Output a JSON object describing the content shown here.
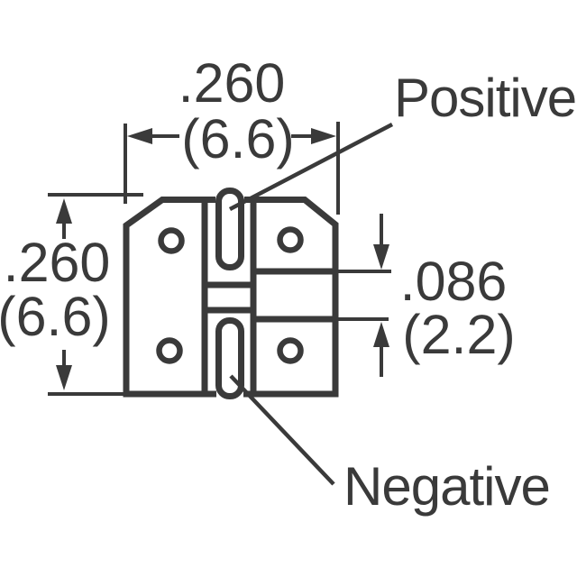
{
  "page": {
    "background": "#ffffff"
  },
  "style": {
    "ink_color": "#3a3a3a"
  },
  "labels": {
    "positive": "Positive",
    "negative": "Negative"
  },
  "dimensions": {
    "width": {
      "inch": ".260",
      "mm": "(6.6)"
    },
    "height": {
      "inch": ".260",
      "mm": "(6.6)"
    },
    "gap": {
      "inch": ".086",
      "mm": "(2.2)"
    }
  }
}
